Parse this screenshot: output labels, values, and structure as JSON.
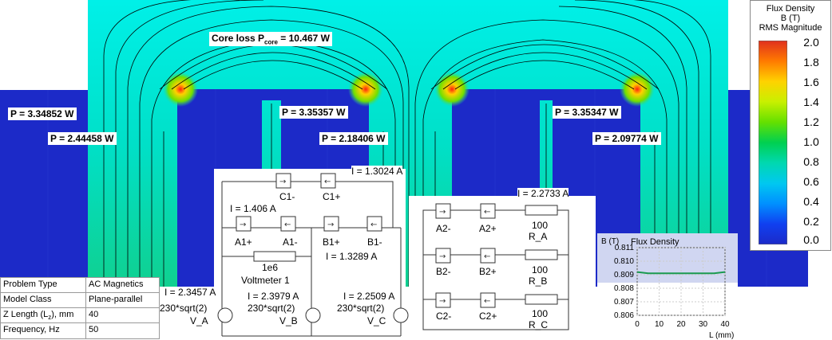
{
  "simulation": {
    "core_loss": {
      "text_prefix": "Core loss P",
      "text_sub": "core",
      "text_value": " = 10.467 W"
    },
    "coil_losses": [
      "P = 3.34852 W",
      "P = 2.44458 W",
      "P = 3.35357 W",
      "P = 2.18406 W",
      "P = 3.35347 W",
      "P = 2.09774 W"
    ]
  },
  "legend": {
    "title1": "Flux Density",
    "title2": "B (T)",
    "title3": "RMS Magnitude",
    "ticks": [
      "2.0",
      "1.8",
      "1.6",
      "1.4",
      "1.2",
      "1.0",
      "0.8",
      "0.6",
      "0.4",
      "0.2",
      "0.0"
    ],
    "colors": [
      "#e0301e",
      "#ff7a00",
      "#ffd200",
      "#c8f000",
      "#64e000",
      "#00d050",
      "#00d8b0",
      "#00c8f0",
      "#0090ff",
      "#1040f0",
      "#1c2ac8"
    ]
  },
  "circuit_left": {
    "current_top": "I = 1.3024 A",
    "c1_minus": "C1-",
    "c1_plus": "C1+",
    "current_a": "I = 1.406 A",
    "a1_plus": "A1+",
    "a1_minus": "A1-",
    "b1_plus": "B1+",
    "b1_minus": "B1-",
    "current_b1": "I = 1.3289 A",
    "resistor_value": "1e6",
    "voltmeter": "Voltmeter 1",
    "current_va": "I = 2.3457 A",
    "current_vb": "I = 2.3979 A",
    "current_vc": "I = 2.2509 A",
    "source_expr": "230*sqrt(2)",
    "va": "V_A",
    "vb": "V_B",
    "vc": "V_C"
  },
  "circuit_right": {
    "current": "I = 2.2733 A",
    "rows": [
      {
        "minus": "A2-",
        "plus": "A2+",
        "value": "100",
        "name": "R_A"
      },
      {
        "minus": "B2-",
        "plus": "B2+",
        "value": "100",
        "name": "R_B"
      },
      {
        "minus": "C2-",
        "plus": "C2+",
        "value": "100",
        "name": "R_C"
      }
    ]
  },
  "inset_chart": {
    "ylabel": "B (T)",
    "title": "Flux Density",
    "xlabel": "L (mm)",
    "yticks": [
      "0.811",
      "0.810",
      "0.809",
      "0.808",
      "0.807",
      "0.806"
    ],
    "xticks": [
      "0",
      "10",
      "20",
      "30",
      "40"
    ]
  },
  "chart_data": {
    "type": "line",
    "title": "Flux Density",
    "xlabel": "L (mm)",
    "ylabel": "B (T)",
    "xlim": [
      0,
      40
    ],
    "ylim": [
      0.806,
      0.811
    ],
    "series": [
      {
        "x": [
          0,
          5,
          10,
          15,
          20,
          25,
          30,
          35,
          40
        ],
        "values": [
          0.8092,
          0.8091,
          0.8091,
          0.8091,
          0.8091,
          0.8091,
          0.8091,
          0.8091,
          0.8092
        ]
      }
    ],
    "grid": true
  },
  "properties_table": {
    "rows": [
      {
        "label": "Problem Type",
        "value": "AC Magnetics"
      },
      {
        "label": "Model Class",
        "value": "Plane-parallel"
      },
      {
        "label": "Z Length (L",
        "label_sub": "z",
        "label_tail": "), mm",
        "value": "40"
      },
      {
        "label": "Frequency, Hz",
        "value": "50"
      }
    ]
  },
  "colors": {
    "core": "#1c2ac8",
    "air": "#00e0c8",
    "air_light": "#00f0e0"
  }
}
